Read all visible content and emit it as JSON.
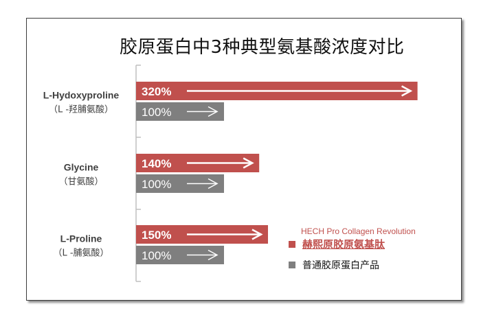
{
  "title": "胶原蛋白中3种典型氨基酸浓度对比",
  "legend": {
    "hech_caption": "HECH Pro Collagen Revolution",
    "hech_name": "赫熙原胶原氨基肽",
    "normal_name": "普通胶原蛋白产品"
  },
  "colors": {
    "hech": "#c0504d",
    "normal": "#7f7f7f",
    "axis": "#bfbfbf"
  },
  "chart_data": {
    "type": "bar",
    "orientation": "horizontal",
    "categories": [
      {
        "name": "L-Hydoxyproline",
        "sub": "（L -羟脯氨酸）"
      },
      {
        "name": "Glycine",
        "sub": "（甘氨酸）"
      },
      {
        "name": "L-Proline",
        "sub": "（L -脯氨酸）"
      }
    ],
    "series": [
      {
        "name": "赫熙原胶原氨基肽",
        "values": [
          320,
          140,
          150
        ],
        "labels": [
          "320%",
          "140%",
          "150%"
        ]
      },
      {
        "name": "普通胶原蛋白产品",
        "values": [
          100,
          100,
          100
        ],
        "labels": [
          "100%",
          "100%",
          "100%"
        ]
      }
    ],
    "title": "胶原蛋白中3种典型氨基酸浓度对比",
    "xlim": [
      0,
      100
    ],
    "grid": false,
    "legend_position": "bottom-right"
  }
}
